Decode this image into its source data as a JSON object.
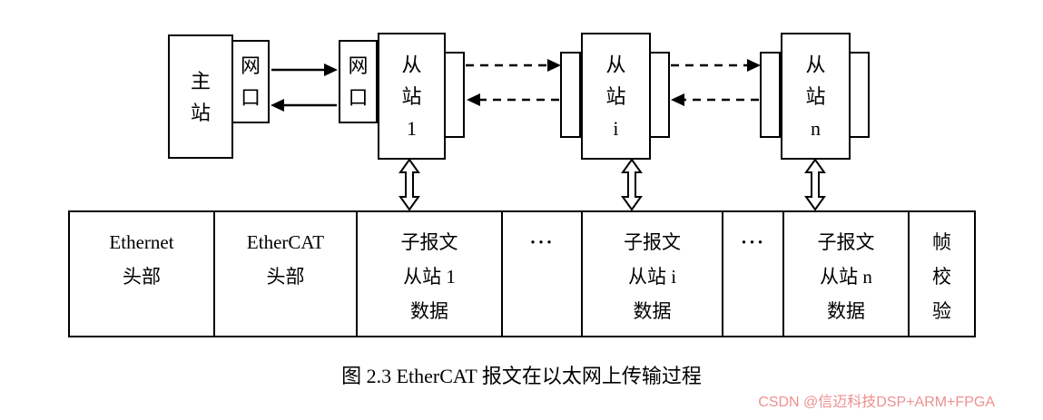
{
  "boxes": {
    "master": "主\n站",
    "master_port": "网\n口",
    "slave1_port": "网\n口",
    "slave1": "从\n站\n1",
    "slave_i": "从\n站\ni",
    "slave_n": "从\n站\nn"
  },
  "frame_cells": [
    {
      "label": "Ethernet\n头部"
    },
    {
      "label": "EtherCAT\n头部"
    },
    {
      "label": "子报文\n从站 1\n数据"
    },
    {
      "label": "···"
    },
    {
      "label": "子报文\n从站 i\n数据"
    },
    {
      "label": "···"
    },
    {
      "label": "子报文\n从站 n\n数据"
    },
    {
      "label": "帧\n校\n验"
    }
  ],
  "caption": "图 2.3 EtherCAT 报文在以太网上传输过程",
  "watermark": "CSDN @信迈科技DSP+ARM+FPGA",
  "colors": {
    "line": "#000000",
    "background": "#ffffff",
    "watermark": "#ee9090"
  }
}
